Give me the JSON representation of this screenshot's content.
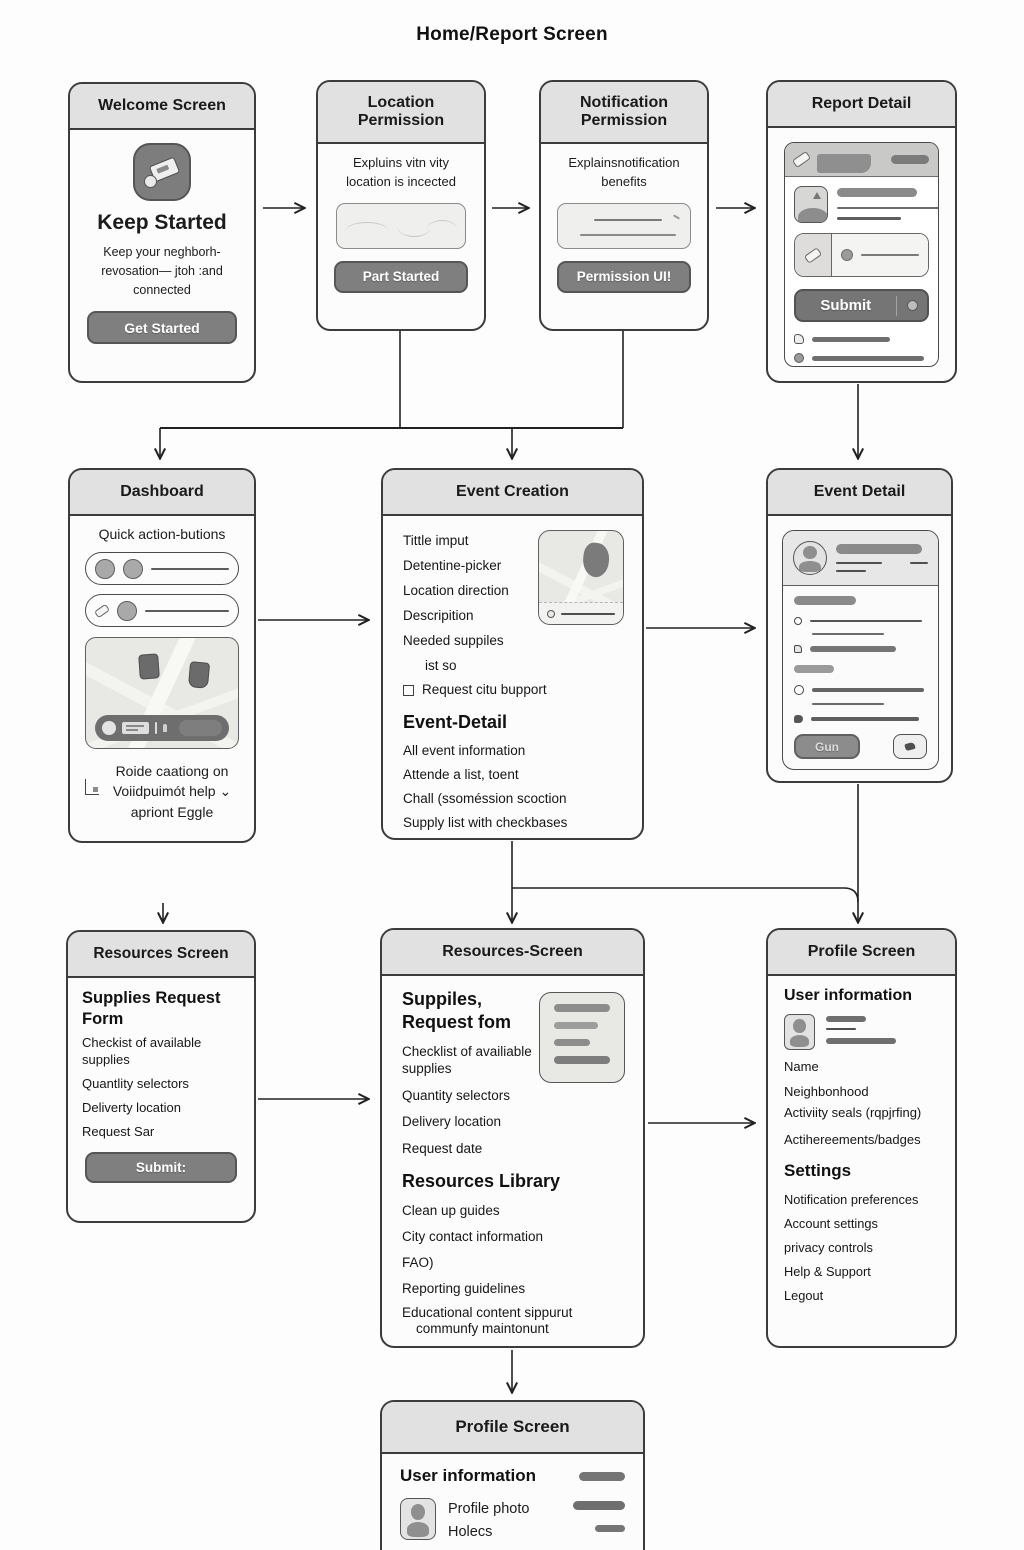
{
  "page": {
    "title": "Home/Report Screen"
  },
  "welcome": {
    "title": "Welcome Screen",
    "heading": "Keep Started",
    "body_lines": [
      "Keep your neghborh-",
      "revosation— jtoh :and",
      "connected"
    ],
    "button": "Get Started"
  },
  "location_permission": {
    "title": "Location Permission",
    "body_lines": [
      "Expluins vitn vity",
      "location is incected"
    ],
    "button": "Part Started"
  },
  "notification_permission": {
    "title": "Notification Permission",
    "body_lines": [
      "Explainsnotification",
      "benefits"
    ],
    "button": "Permission UI!"
  },
  "report_detail": {
    "title": "Report Detail",
    "submit_button": "Submit"
  },
  "dashboard": {
    "title": "Dashboard",
    "subtitle": "Quick action-butions",
    "footer_lines": [
      "Roide caationg on",
      "Voiidpuimót help ⌄",
      "apriont Eggle"
    ]
  },
  "event_creation": {
    "title": "Event Creation",
    "items": [
      "Tittle imput",
      "Detentine-picker",
      "Location direction",
      "Descripition",
      "Needed suppiles",
      "ist so"
    ],
    "checkbox_item": "Request citu bupport",
    "subheading": "Event-Detail",
    "detail_items": [
      "All event information",
      "Attende a list, toent",
      "Chall (ssoméssion scoction",
      "Supply list with checkbases"
    ]
  },
  "event_detail": {
    "title": "Event Detail",
    "button": "Gun"
  },
  "resources_left": {
    "title": "Resources Screen",
    "heading_lines": [
      "Supplies Request",
      "Form"
    ],
    "items": [
      "Checkist of available supplies",
      "Quantlity selectors",
      "Deliverty location",
      "Request Sar"
    ],
    "button": "Submit:"
  },
  "resources_mid": {
    "title": "Resources-Screen",
    "heading_lines": [
      "Suppiles,",
      "Request fom"
    ],
    "items": [
      "Checklist of availiable supplies",
      "Quantity selectors",
      "Delivery location",
      "Request date"
    ],
    "subheading": "Resources Library",
    "library_items": [
      "Clean up guides",
      "City contact information",
      "FAO)",
      "Reporting guidelines"
    ],
    "last_item_lines": [
      "Educational content sippurut",
      "communfy maintonunt"
    ]
  },
  "profile_right": {
    "title": "Profile Screen",
    "heading": "User information",
    "items": [
      "Name",
      "Neighbonhood",
      "Activiity seals (rqpjrfing)",
      "Actihereements/badges"
    ],
    "subheading": "Settings",
    "settings_items": [
      "Notification preferences",
      "Account settings",
      "privacy controls",
      "Help & Support",
      "Legout"
    ]
  },
  "profile_bottom": {
    "title": "Profile Screen",
    "heading": "User information",
    "items": [
      "Profile photo",
      "Holecs"
    ]
  }
}
